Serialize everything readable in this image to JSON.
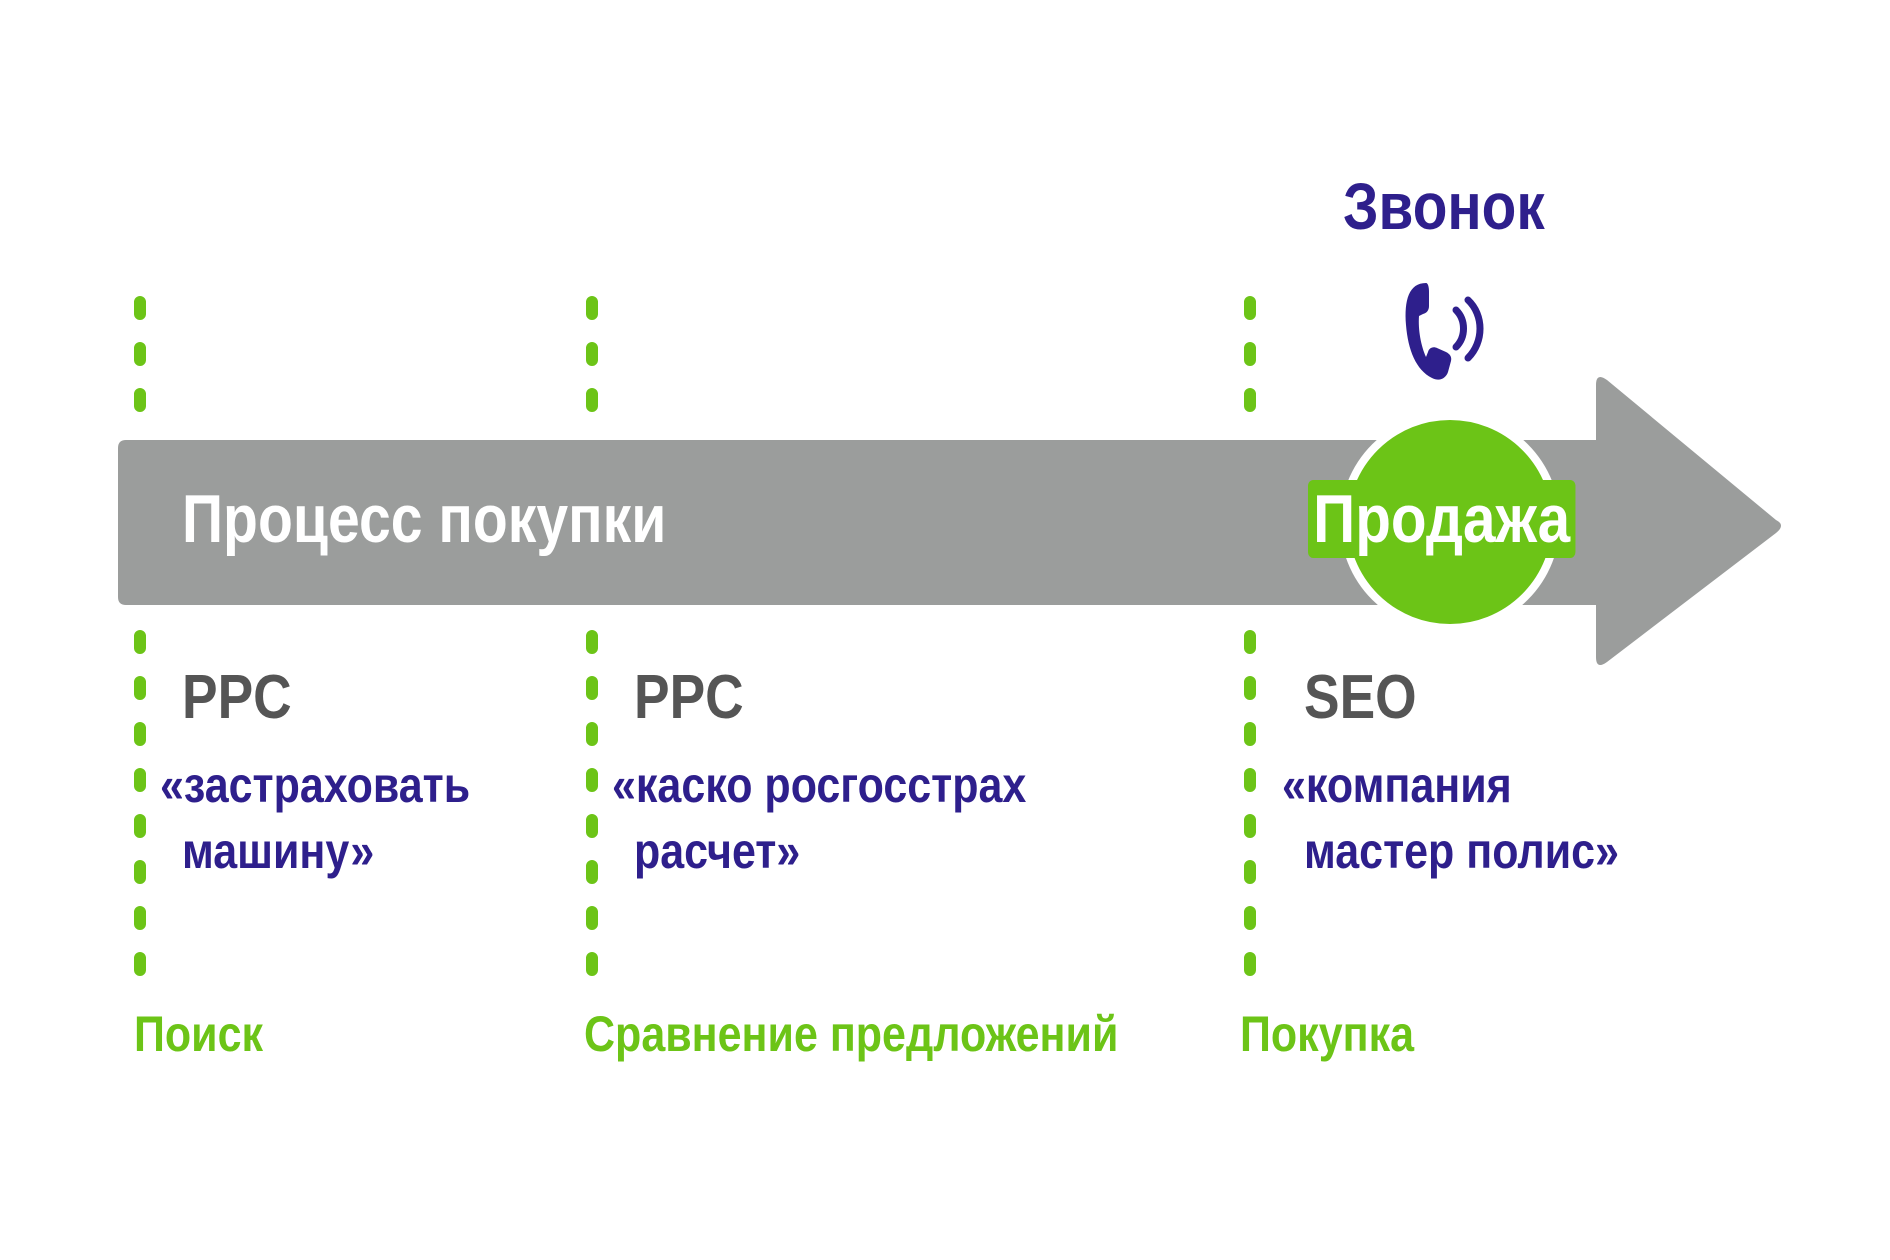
{
  "diagram": {
    "call": {
      "title": "Звонок",
      "icon": "phone-ringing-icon"
    },
    "process": {
      "label": "Процесс покупки",
      "end_label": "Продажа"
    },
    "stages": [
      {
        "channel": "PPC",
        "query_line1": "«застраховать",
        "query_line2": "машину»",
        "stage_label": "Поиск"
      },
      {
        "channel": "PPC",
        "query_line1": "«каско росгосстрах",
        "query_line2": "расчет»",
        "stage_label": "Сравнение предложений"
      },
      {
        "channel": "SEO",
        "query_line1": "«компания",
        "query_line2": "мастер полис»",
        "stage_label": "Покупка"
      }
    ],
    "colors": {
      "arrow": "#9b9d9c",
      "accent_green": "#6cc417",
      "purple": "#2e1f8c",
      "channel_gray": "#555555"
    }
  }
}
